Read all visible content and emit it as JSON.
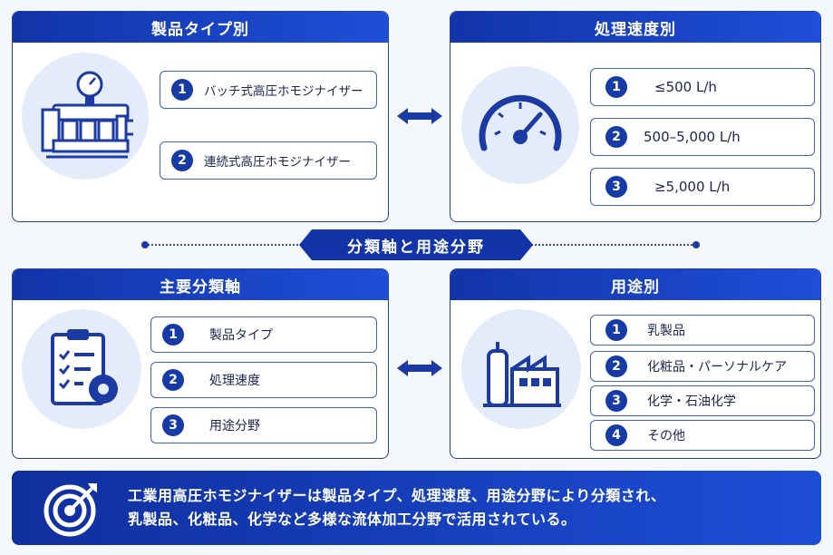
{
  "panels": {
    "product_type": {
      "title": "製品タイプ別",
      "items": [
        {
          "num": "1",
          "label": "バッチ式高圧ホモジナイザー"
        },
        {
          "num": "2",
          "label": "連続式高圧ホモジナイザー"
        }
      ],
      "icon": "homogenizer-machine-icon"
    },
    "speed": {
      "title": "処理速度別",
      "items": [
        {
          "num": "1",
          "label": "≤500 L/h"
        },
        {
          "num": "2",
          "label": "500–5,000 L/h"
        },
        {
          "num": "3",
          "label": "≥5,000 L/h"
        }
      ],
      "icon": "gauge-icon"
    },
    "main_axes": {
      "title": "主要分類軸",
      "items": [
        {
          "num": "1",
          "label": "製品タイプ"
        },
        {
          "num": "2",
          "label": "処理速度"
        },
        {
          "num": "3",
          "label": "用途分野"
        }
      ],
      "icon": "checklist-gear-icon"
    },
    "application": {
      "title": "用途別",
      "items": [
        {
          "num": "1",
          "label": "乳製品"
        },
        {
          "num": "2",
          "label": "化粧品・パーソナルケア"
        },
        {
          "num": "3",
          "label": "化学・石油化学"
        },
        {
          "num": "4",
          "label": "その他"
        }
      ],
      "icon": "factory-icon"
    }
  },
  "center_banner": "分類軸と用途分野",
  "summary": {
    "line1": "工業用高圧ホモジナイザーは製品タイプ、処理速度、用途分野により分類され、",
    "line2": "乳製品、化粧品、化学など多様な流体加工分野で活用されている。",
    "icon": "target-icon"
  },
  "colors": {
    "primary": "#1234a8",
    "accent": "#1e4fd8",
    "light": "#e4ecfb"
  }
}
